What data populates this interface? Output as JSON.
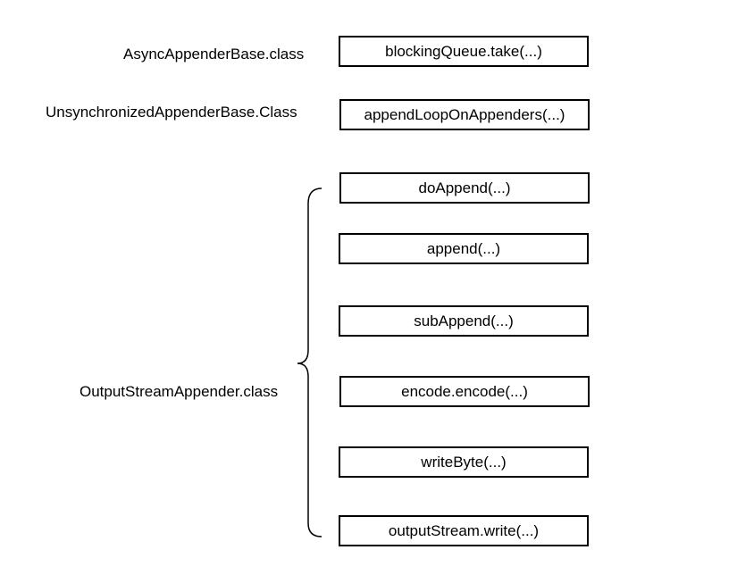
{
  "labels": {
    "async": "AsyncAppenderBase.class",
    "unsync": "UnsynchronizedAppenderBase.Class",
    "output": "OutputStreamAppender.class"
  },
  "boxes": [
    "blockingQueue.take(...)",
    "appendLoopOnAppenders(...)",
    "doAppend(...)",
    "append(...)",
    "subAppend(...)",
    "encode.encode(...)",
    "writeByte(...)",
    "outputStream.write(...)"
  ]
}
